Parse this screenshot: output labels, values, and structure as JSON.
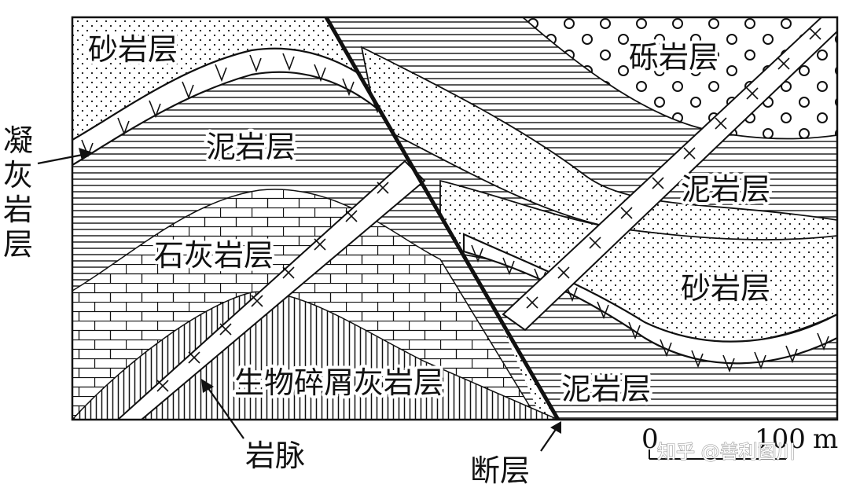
{
  "labels": {
    "sandstone_top": "砂岩层",
    "conglomerate": "砾岩层",
    "mudstone_left": "泥岩层",
    "mudstone_right": "泥岩层",
    "limestone": "石灰岩层",
    "sandstone_right": "砂岩层",
    "bioclastic": "生物碎屑灰岩层",
    "mudstone_bottom_right": "泥岩层",
    "tuff": "凝灰岩层",
    "dike": "岩脉",
    "fault": "断层"
  },
  "scale_bar": {
    "zero": "0",
    "value": "100",
    "unit": "m"
  },
  "watermark": "知乎 @善利图川",
  "colors": {
    "line": "#111111",
    "background": "#ffffff"
  }
}
